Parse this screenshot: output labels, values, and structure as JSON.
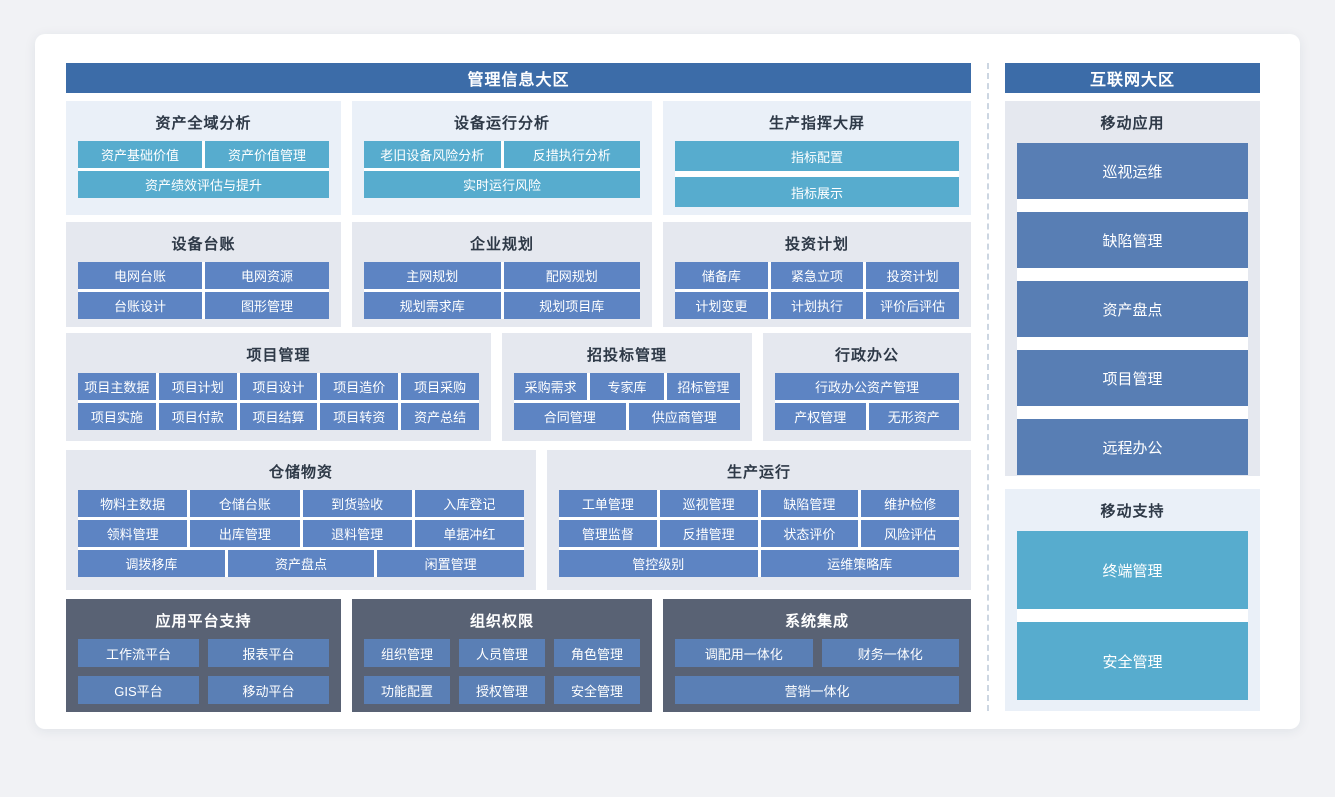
{
  "colors": {
    "zone_header": "#3c6ca8",
    "teal_tile": "#57acce",
    "blue_tile": "#5d84c3",
    "dark_section_bg": "#596274",
    "dark_section_tile": "#5a7fb5",
    "light_section_bg_blue": "#eaf0f8",
    "light_section_bg_gray": "#e5e8ef",
    "right_tall_tile": "#587eb4"
  },
  "left": {
    "title": "管理信息大区",
    "s1": {
      "title": "资产全域分析",
      "b": [
        "资产基础价值",
        "资产价值管理",
        "资产绩效评估与提升"
      ]
    },
    "s2": {
      "title": "设备运行分析",
      "b": [
        "老旧设备风险分析",
        "反措执行分析",
        "实时运行风险"
      ]
    },
    "s3": {
      "title": "生产指挥大屏",
      "b": [
        "指标配置",
        "指标展示"
      ]
    },
    "s4": {
      "title": "设备台账",
      "b": [
        "电网台账",
        "电网资源",
        "台账设计",
        "图形管理"
      ]
    },
    "s5": {
      "title": "企业规划",
      "b": [
        "主网规划",
        "配网规划",
        "规划需求库",
        "规划项目库"
      ]
    },
    "s6": {
      "title": "投资计划",
      "b": [
        "储备库",
        "紧急立项",
        "投资计划",
        "计划变更",
        "计划执行",
        "评价后评估"
      ]
    },
    "s7": {
      "title": "项目管理",
      "b": [
        "项目主数据",
        "项目计划",
        "项目设计",
        "项目造价",
        "项目采购",
        "项目实施",
        "项目付款",
        "项目结算",
        "项目转资",
        "资产总结"
      ]
    },
    "s8": {
      "title": "招投标管理",
      "b": [
        "采购需求",
        "专家库",
        "招标管理",
        "合同管理",
        "供应商管理"
      ]
    },
    "s9": {
      "title": "行政办公",
      "b": [
        "行政办公资产管理",
        "产权管理",
        "无形资产"
      ]
    },
    "s10": {
      "title": "仓储物资",
      "b": [
        "物料主数据",
        "仓储台账",
        "到货验收",
        "入库登记",
        "领料管理",
        "出库管理",
        "退料管理",
        "单据冲红",
        "调拨移库",
        "资产盘点",
        "闲置管理"
      ]
    },
    "s11": {
      "title": "生产运行",
      "b": [
        "工单管理",
        "巡视管理",
        "缺陷管理",
        "维护检修",
        "管理监督",
        "反措管理",
        "状态评价",
        "风险评估",
        "管控级别",
        "运维策略库"
      ]
    },
    "s12": {
      "title": "应用平台支持",
      "b": [
        "工作流平台",
        "报表平台",
        "GIS平台",
        "移动平台"
      ]
    },
    "s13": {
      "title": "组织权限",
      "b": [
        "组织管理",
        "人员管理",
        "角色管理",
        "功能配置",
        "授权管理",
        "安全管理"
      ]
    },
    "s14": {
      "title": "系统集成",
      "b": [
        "调配用一体化",
        "财务一体化",
        "营销一体化"
      ]
    }
  },
  "right": {
    "title": "互联网大区",
    "apps": {
      "title": "移动应用",
      "b": [
        "巡视运维",
        "缺陷管理",
        "资产盘点",
        "项目管理",
        "远程办公"
      ]
    },
    "support": {
      "title": "移动支持",
      "b": [
        "终端管理",
        "安全管理"
      ]
    }
  }
}
